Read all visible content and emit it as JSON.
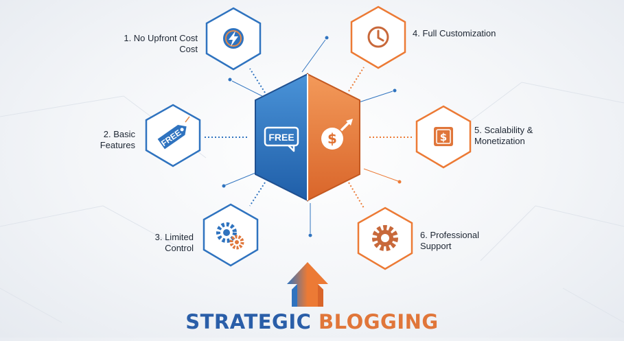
{
  "colors": {
    "blue": "#2f73bf",
    "blue_light": "#4a93d8",
    "orange": "#ec7a35",
    "orange_light": "#f39a5a",
    "text": "#1d2633"
  },
  "center": {
    "left_badge": "FREE",
    "right_icon": "dollar-growth-icon"
  },
  "items": [
    {
      "id": 1,
      "lines": [
        "1. No Upfront Cost",
        "Cost"
      ],
      "icon": "lightning-icon",
      "theme": "blue"
    },
    {
      "id": 2,
      "lines": [
        "2. Basic",
        "Features"
      ],
      "icon": "price-tag-icon",
      "tag_text": "FREE",
      "theme": "blue"
    },
    {
      "id": 3,
      "lines": [
        "3. Limited",
        "Control"
      ],
      "icon": "gears-icon",
      "theme": "blue"
    },
    {
      "id": 4,
      "lines": [
        "4. Full Customization"
      ],
      "icon": "clock-icon",
      "theme": "orange"
    },
    {
      "id": 5,
      "lines": [
        "5. Scalability &",
        "Monetization"
      ],
      "icon": "dollar-frame-icon",
      "theme": "orange"
    },
    {
      "id": 6,
      "lines": [
        "6. Professional",
        "Support"
      ],
      "icon": "gear-icon",
      "theme": "orange"
    }
  ],
  "title": {
    "part1": "STRATEGIC ",
    "part2": "BLOGGING"
  }
}
